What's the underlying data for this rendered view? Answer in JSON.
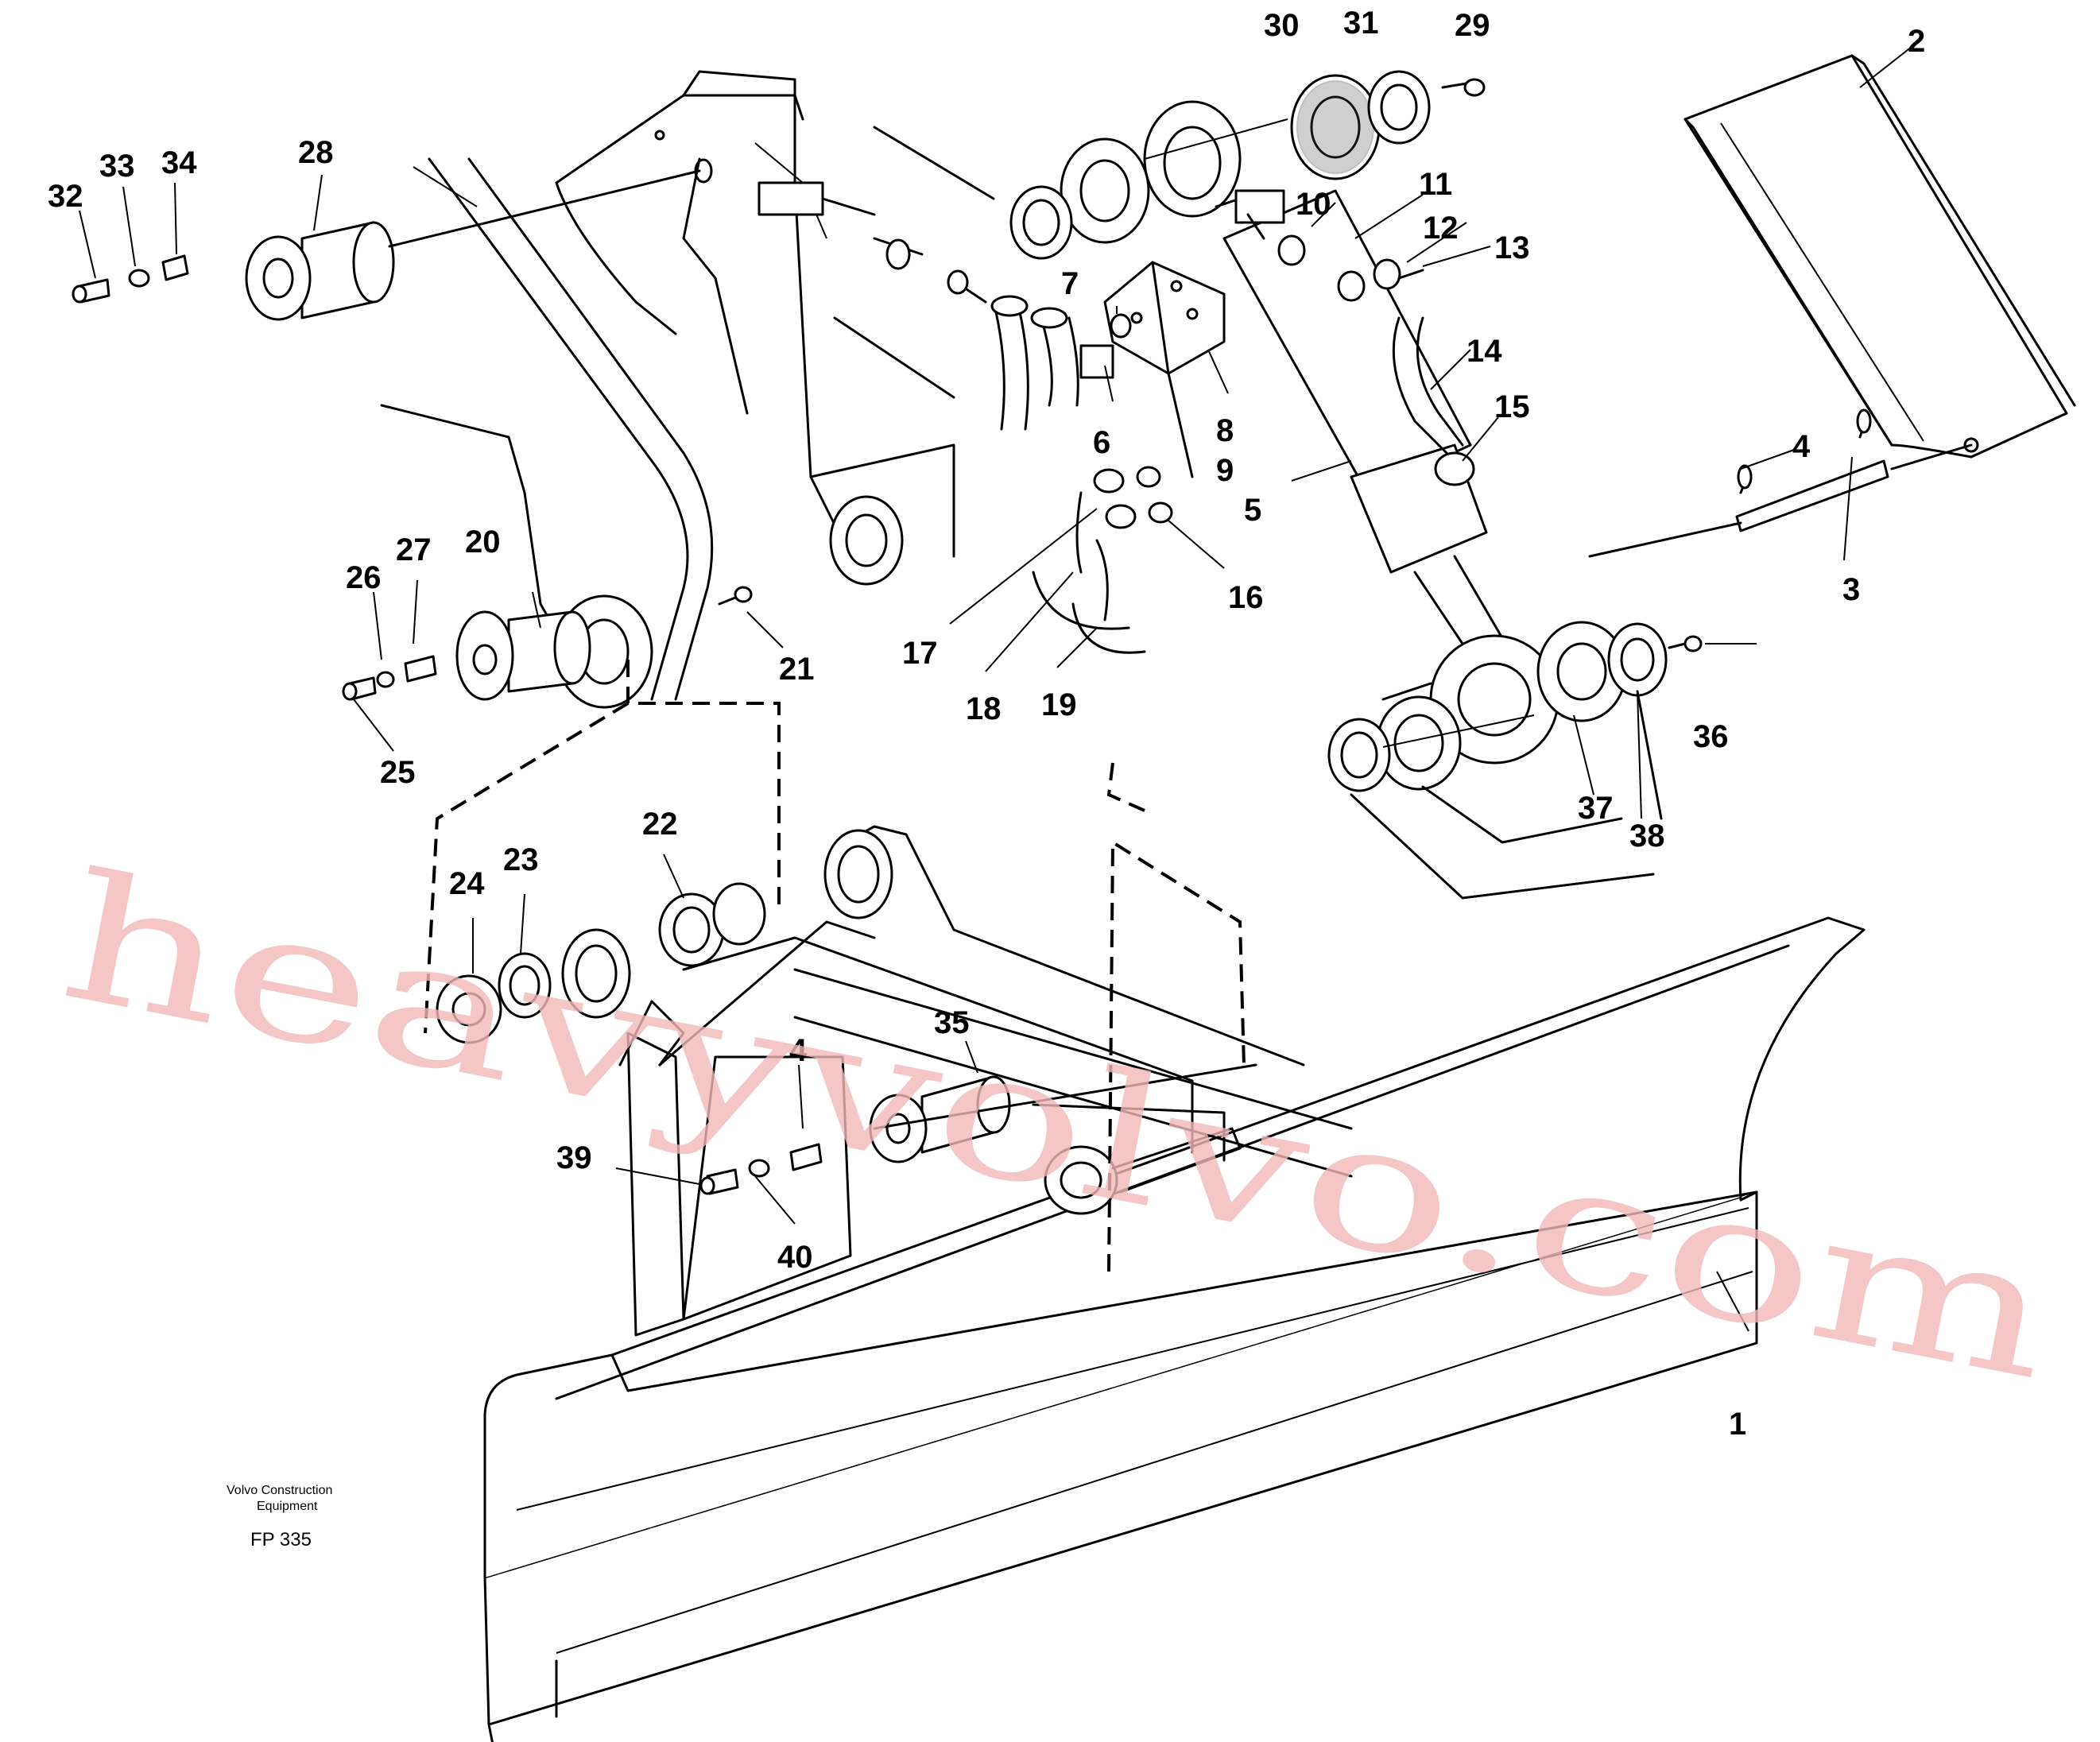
{
  "diagram": {
    "caption_line1": "Volvo Construction",
    "caption_line2": "Equipment",
    "figure_code": "FP 335",
    "watermark": "heavyvolvo.com",
    "part_labels": [
      "1",
      "2",
      "3",
      "4",
      "4",
      "5",
      "6",
      "7",
      "8",
      "9",
      "10",
      "11",
      "12",
      "13",
      "14",
      "15",
      "16",
      "17",
      "18",
      "19",
      "20",
      "21",
      "22",
      "23",
      "24",
      "25",
      "26",
      "27",
      "28",
      "29",
      "30",
      "31",
      "32",
      "33",
      "34",
      "35",
      "36",
      "37",
      "38",
      "39",
      "40"
    ]
  }
}
